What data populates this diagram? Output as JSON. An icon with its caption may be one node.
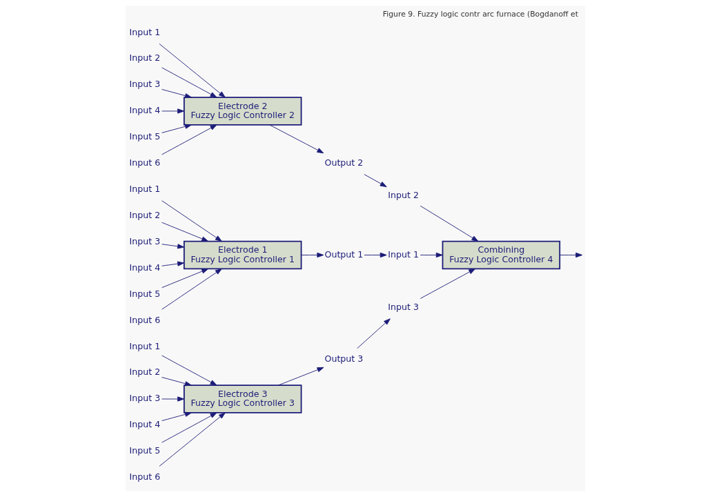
{
  "diagram": {
    "caption": "Figure 9. Fuzzy logic contr arc furnace (Bogdanoff et",
    "nodes": [
      {
        "text": [
          "Input 1"
        ]
      },
      {
        "text": [
          "Input 2"
        ]
      },
      {
        "text": [
          "Input 3"
        ]
      },
      {
        "text": [
          "Input 4"
        ]
      },
      {
        "text": [
          "Input 5"
        ]
      },
      {
        "text": [
          "Input 6"
        ]
      },
      {
        "text": [
          "Electrode 1",
          "Fuzzy Logic Controller 1"
        ]
      },
      {
        "text": [
          "Output 1"
        ]
      },
      {
        "text": [
          "Input 1"
        ]
      },
      {
        "text": [
          "Input 2"
        ]
      },
      {
        "text": [
          "Input 3"
        ]
      },
      {
        "text": [
          "Input 4"
        ]
      },
      {
        "text": [
          "Input 5"
        ]
      },
      {
        "text": [
          "Input 6"
        ]
      },
      {
        "text": [
          "Electrode 2",
          "Fuzzy Logic Controller 2"
        ]
      },
      {
        "text": [
          "Output 2"
        ]
      },
      {
        "text": [
          "Input 1"
        ]
      },
      {
        "text": [
          "Input 2"
        ]
      },
      {
        "text": [
          "Input 3"
        ]
      },
      {
        "text": [
          "Input 4"
        ]
      },
      {
        "text": [
          "Input 5"
        ]
      },
      {
        "text": [
          "Input 6"
        ]
      },
      {
        "text": [
          "Electrode 3",
          "Fuzzy Logic Controller 3"
        ]
      },
      {
        "text": [
          "Output 3"
        ]
      },
      {
        "text": [
          "Input 1"
        ]
      },
      {
        "text": [
          "Input 2"
        ]
      },
      {
        "text": [
          "Input 3"
        ]
      },
      {
        "text": [
          "Combining",
          "Fuzzy Logic Controller 4"
        ]
      }
    ],
    "edges": [
      {
        "from": 0,
        "to": 6,
        "arrow": "to"
      },
      {
        "from": 1,
        "to": 6,
        "arrow": "to"
      },
      {
        "from": 2,
        "to": 6,
        "arrow": "to"
      },
      {
        "from": 3,
        "to": 6,
        "arrow": "to"
      },
      {
        "from": 4,
        "to": 6,
        "arrow": "to"
      },
      {
        "from": 5,
        "to": 6,
        "arrow": "to"
      },
      {
        "from": 6,
        "to": 7,
        "arrow": "to"
      },
      {
        "from": 8,
        "to": 14,
        "arrow": "to"
      },
      {
        "from": 9,
        "to": 14,
        "arrow": "to"
      },
      {
        "from": 10,
        "to": 14,
        "arrow": "to"
      },
      {
        "from": 11,
        "to": 14,
        "arrow": "to"
      },
      {
        "from": 12,
        "to": 14,
        "arrow": "to"
      },
      {
        "from": 13,
        "to": 14,
        "arrow": "to"
      },
      {
        "from": 14,
        "to": 15,
        "arrow": "to"
      },
      {
        "from": 16,
        "to": 22,
        "arrow": "to"
      },
      {
        "from": 17,
        "to": 22,
        "arrow": "to"
      },
      {
        "from": 18,
        "to": 22,
        "arrow": "to"
      },
      {
        "from": 19,
        "to": 22,
        "arrow": "to"
      },
      {
        "from": 20,
        "to": 22,
        "arrow": "to"
      },
      {
        "from": 21,
        "to": 22,
        "arrow": "to"
      },
      {
        "from": 22,
        "to": 23,
        "arrow": "to"
      },
      {
        "from": 7,
        "to": 24,
        "arrow": "to"
      },
      {
        "from": 15,
        "to": 25,
        "arrow": "to"
      },
      {
        "from": 23,
        "to": 26,
        "arrow": "to"
      },
      {
        "from": 24,
        "to": 27,
        "arrow": "to"
      },
      {
        "from": 25,
        "to": 27,
        "arrow": "to"
      },
      {
        "from": 26,
        "to": 27,
        "arrow": "to"
      },
      {
        "from": 27,
        "to": null,
        "arrow": "to"
      }
    ]
  }
}
